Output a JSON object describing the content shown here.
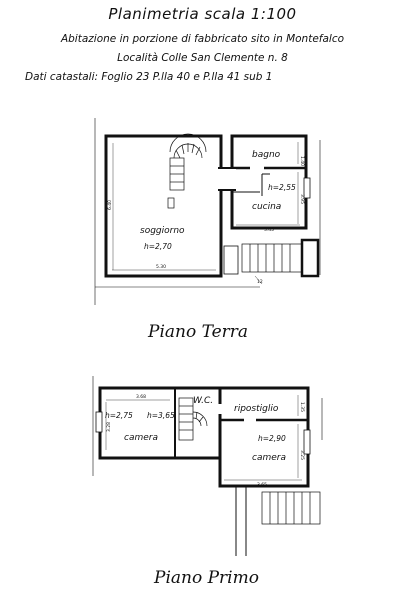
{
  "header": {
    "title": "Planimetria scala 1:100",
    "line1": "Abitazione in porzione di fabbricato sito in Montefalco",
    "line2": "Località Colle San Clemente n. 8",
    "line3": "Dati catastali: Foglio 23 P.lla 40 e P.lla 41 sub 1"
  },
  "ground_floor": {
    "label": "Piano Terra",
    "rooms": {
      "soggiorno": {
        "name": "soggiorno",
        "height": "h=2,70"
      },
      "bagno": {
        "name": "bagno"
      },
      "cucina": {
        "name": "cucina",
        "height": "h=2,55"
      }
    },
    "dims": {
      "d1": "6.40",
      "d2": "5.30",
      "d3": "1.40",
      "d4": "3.95",
      "d5": "3.45",
      "d6": "12"
    }
  },
  "first_floor": {
    "label": "Piano Primo",
    "rooms": {
      "camera1": {
        "name": "camera",
        "height": "h=2,75"
      },
      "wc": {
        "name": "W.C.",
        "height": "h=3,65"
      },
      "ripostiglio": {
        "name": "ripostiglio"
      },
      "camera2": {
        "name": "camera",
        "height": "h=2,90"
      }
    },
    "dims": {
      "d1": "3.68",
      "d2": "3.28",
      "d3": "1.35",
      "d4": "3.25",
      "d5": "3.65"
    }
  }
}
